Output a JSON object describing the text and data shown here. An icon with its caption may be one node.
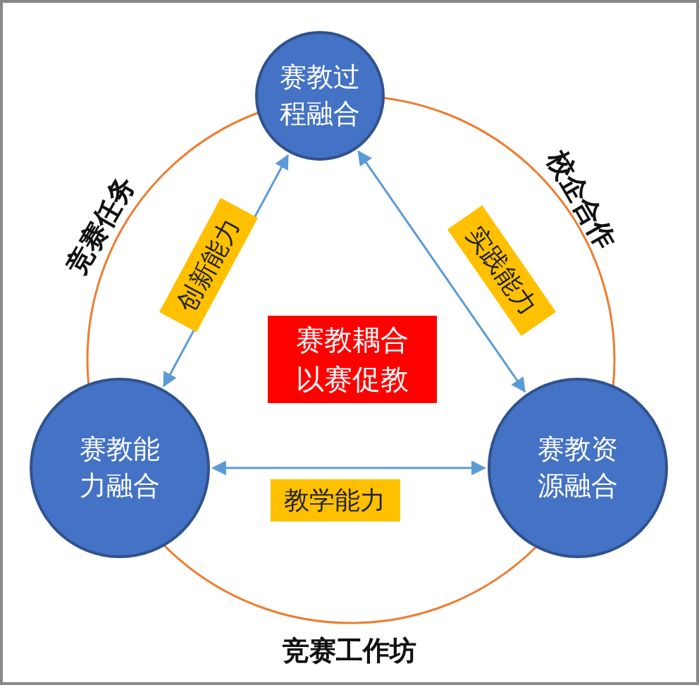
{
  "diagram": {
    "nodes": [
      {
        "text": [
          "赛教过程融合"
        ]
      },
      {
        "text": [
          "赛教能力融合"
        ]
      },
      {
        "text": [
          "赛教资源融合"
        ]
      },
      {
        "text": [
          "赛教耦合以赛促教"
        ]
      }
    ],
    "edges": [
      {
        "from": 0,
        "to": 1,
        "arrow": "both",
        "label": "创新能力"
      },
      {
        "from": 0,
        "to": 2,
        "arrow": "both",
        "label": "实践能力"
      },
      {
        "from": 1,
        "to": 2,
        "arrow": "both",
        "label": "教学能力"
      }
    ],
    "labels": [
      "竞赛任务",
      "校企合作",
      "竞赛工作坊"
    ]
  }
}
